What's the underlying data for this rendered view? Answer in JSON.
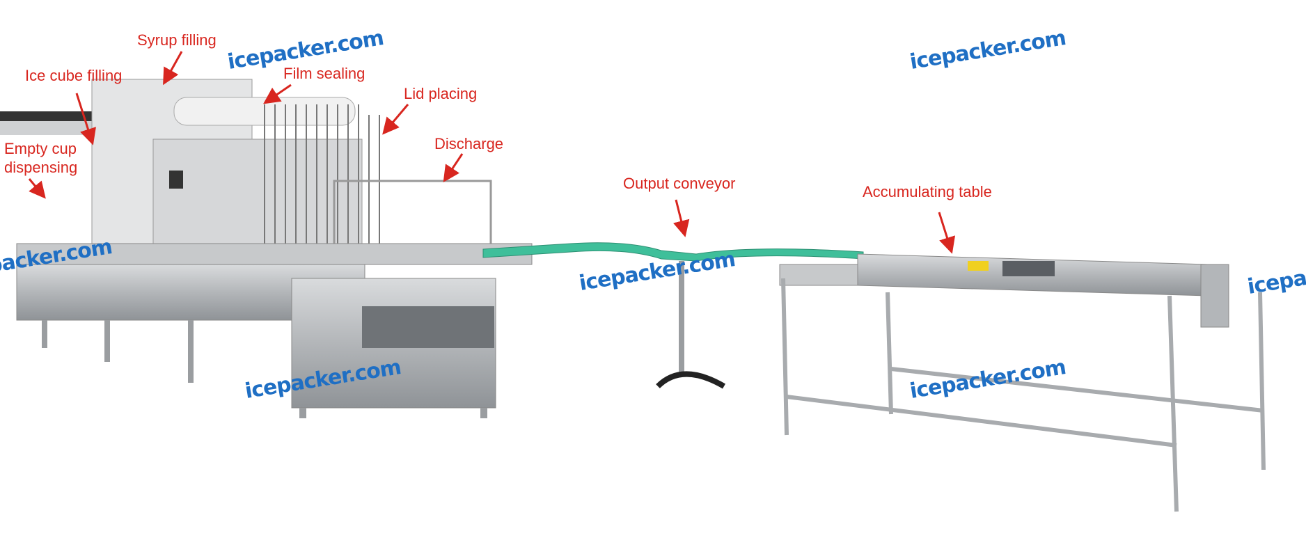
{
  "labels": {
    "syrup_filling": "Syrup filling",
    "ice_cube_filling": "Ice cube filling",
    "film_sealing": "Film sealing",
    "lid_placing": "Lid placing",
    "discharge": "Discharge",
    "empty_cup_line1": "Empty cup",
    "empty_cup_line2": "dispensing",
    "output_conveyor": "Output conveyor",
    "accumulating_table": "Accumulating table"
  },
  "watermark": {
    "text": "icepacker.com",
    "icon": "snowflake-icon"
  },
  "colors": {
    "label": "#d8261f",
    "watermark": "#1f6fc4",
    "conveyor": "#3fbf9a",
    "steel": "#b9bcbf"
  }
}
